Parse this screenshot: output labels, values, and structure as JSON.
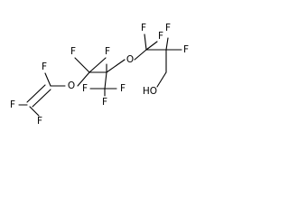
{
  "molecule": {
    "atoms": {
      "f1": "F",
      "f2": "F",
      "f3": "F",
      "f4": "F",
      "f5": "F",
      "f6": "F",
      "f7": "F",
      "f8": "F",
      "f9": "F",
      "f10": "F",
      "f11": "F",
      "f12": "F",
      "o_left": "O",
      "o_right": "O",
      "hydroxyl": "HO"
    }
  }
}
